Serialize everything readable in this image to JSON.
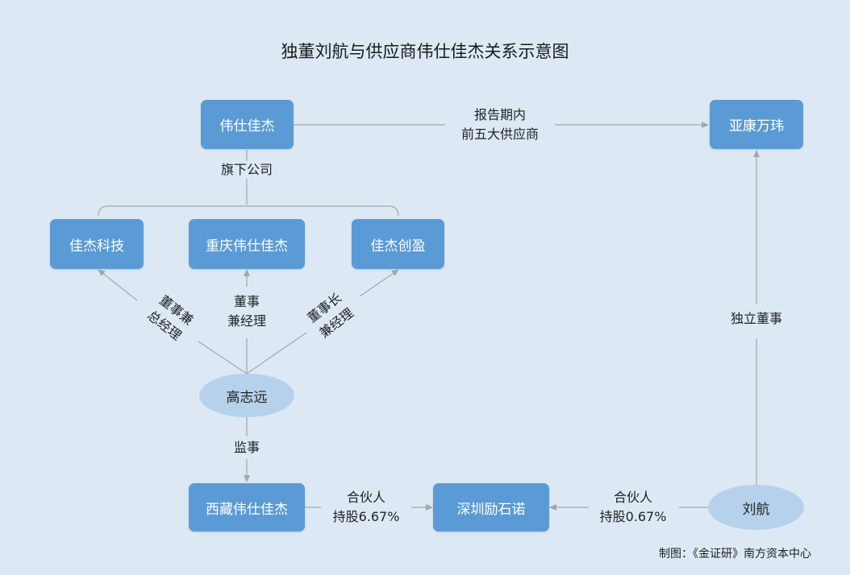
{
  "title": "独董刘航与供应商伟仕佳杰关系示意图",
  "nodes": {
    "weishi_jiajie": "伟仕佳杰",
    "yakang_wanwei": "亚康万玮",
    "jiajie_keji": "佳杰科技",
    "chongqing_weishi": "重庆伟仕佳杰",
    "jiajie_chuangying": "佳杰创盈",
    "gao_zhiyuan": "高志远",
    "xizang_weishi": "西藏伟仕佳杰",
    "shenzhen_lishi": "深圳励石诺",
    "liu_hang": "刘航"
  },
  "edges": {
    "supplier_line1": "报告期内",
    "supplier_line2": "前五大供应商",
    "subsidiaries": "旗下公司",
    "left_role_line1": "董事兼",
    "left_role_line2": "总经理",
    "mid_role_line1": "董事",
    "mid_role_line2": "兼经理",
    "right_role_line1": "董事长",
    "right_role_line2": "兼经理",
    "supervisor": "监事",
    "partner_left_line1": "合伙人",
    "partner_left_line2": "持股6.67%",
    "partner_right_line1": "合伙人",
    "partner_right_line2": "持股0.67%",
    "independent_director": "独立董事"
  },
  "credit": "制图：《金证研》南方资本中心",
  "colors": {
    "background": "#dce9f5",
    "box": "#5b9bd5",
    "ellipse": "#b6d1ec",
    "line": "#a6a6a6"
  }
}
